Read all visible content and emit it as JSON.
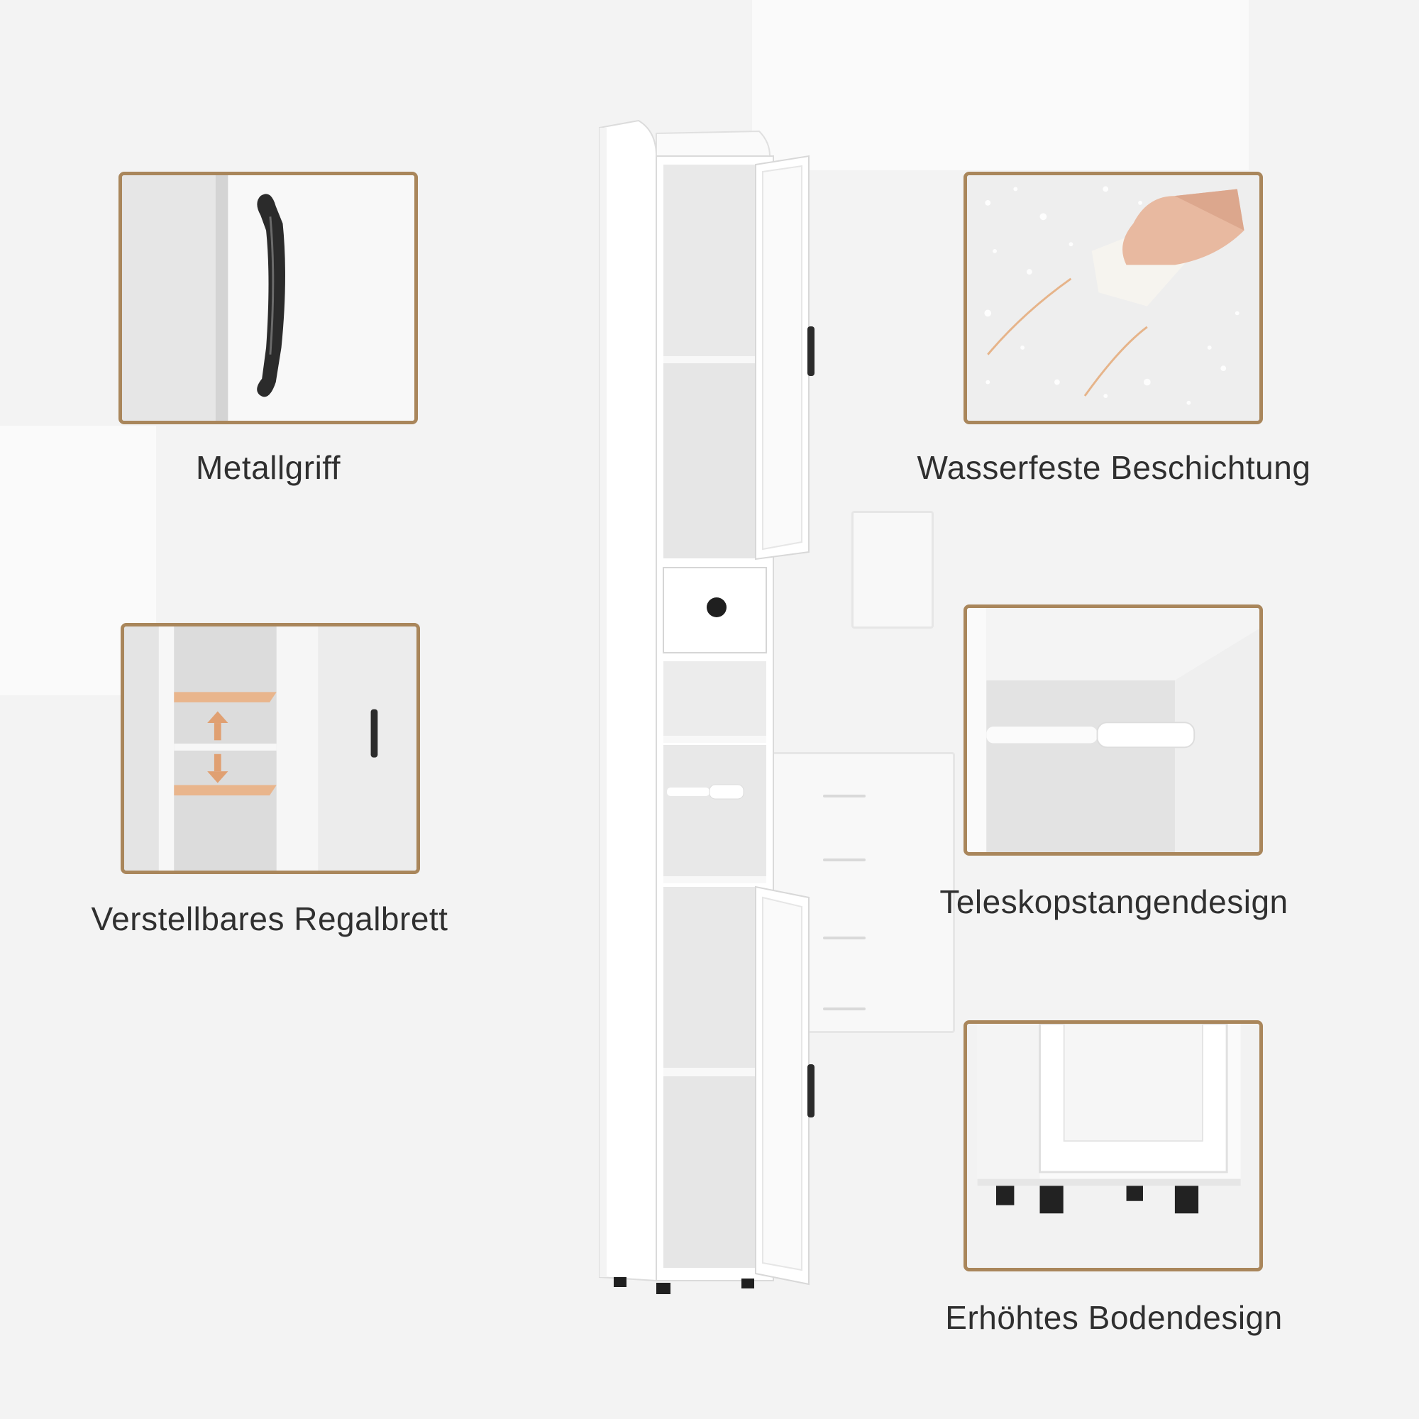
{
  "features": [
    {
      "caption": "Metallgriff",
      "image": "metal-handle-closeup"
    },
    {
      "caption": "Wasserfeste Beschichtung",
      "image": "waterproof-surface-wiping"
    },
    {
      "caption": "Verstellbares Regalbrett",
      "image": "adjustable-shelf-closeup"
    },
    {
      "caption": "Teleskopstangendesign",
      "image": "telescopic-rod-closeup"
    },
    {
      "caption": "Erhöhtes Bodendesign",
      "image": "raised-feet-closeup"
    }
  ],
  "product": {
    "name": "tall-narrow-white-bathroom-cabinet"
  },
  "colors": {
    "frame": "#a9865b",
    "cabinet": "#ffffff",
    "handle": "#2b2b2b",
    "text": "#2f2f2f",
    "wood": "#e6b48a"
  }
}
